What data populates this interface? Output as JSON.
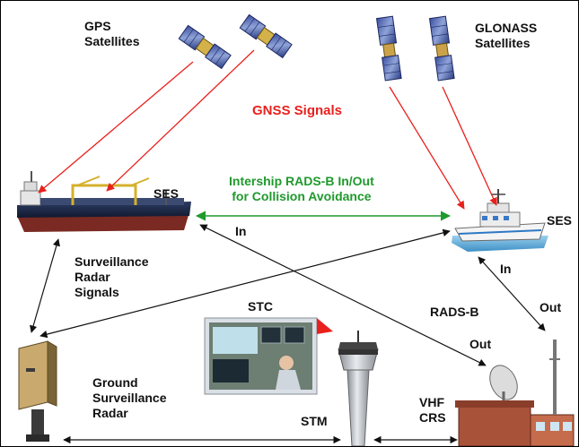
{
  "labels": {
    "gps_satellites": "GPS\nSatellites",
    "glonass_satellites": "GLONASS\nSatellites",
    "gnss_signals": "GNSS Signals",
    "intership": "Intership RADS-B In/Out\nfor Collision Avoidance",
    "ses_left": "SES",
    "ses_right": "SES",
    "in_left": "In",
    "in_right": "In",
    "surveillance_radar_signals": "Surveillance\nRadar\nSignals",
    "stc": "STC",
    "rads_b": "RADS-B",
    "out_upper": "Out",
    "out_lower": "Out",
    "ground_surveillance_radar": "Ground\nSurveillance\nRadar",
    "stm": "STM",
    "vhf_crs": "VHF\nCRS"
  },
  "colors": {
    "gnss_arrows": "#e8211d",
    "intership_arrow": "#1f9a2c",
    "link_arrows": "#111111"
  },
  "icons": [
    "gps-satellite-icon",
    "glonass-satellite-icon",
    "cargo-ship-icon",
    "patrol-ship-icon",
    "radar-icon",
    "control-room-photo",
    "control-tower-icon",
    "vhf-station-icon"
  ]
}
